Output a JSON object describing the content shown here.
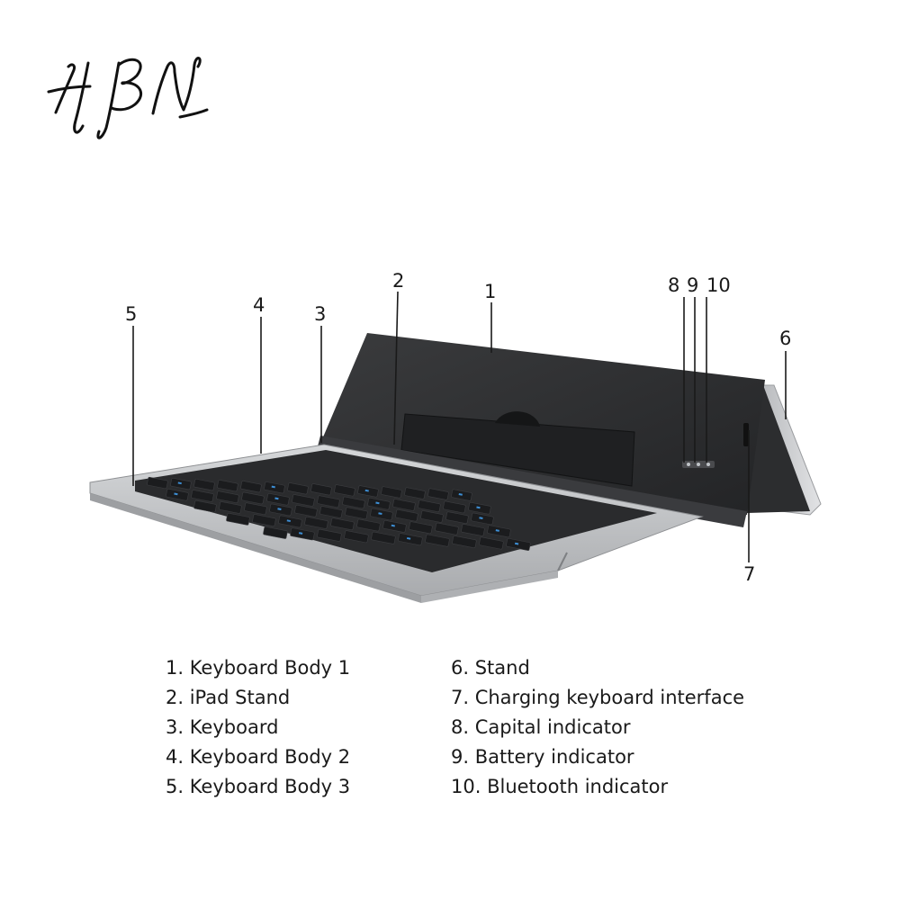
{
  "logo": {
    "text": "HBN",
    "icon": "signature-logo"
  },
  "callouts": [
    {
      "id": "5",
      "label": "5"
    },
    {
      "id": "4",
      "label": "4"
    },
    {
      "id": "3",
      "label": "3"
    },
    {
      "id": "2",
      "label": "2"
    },
    {
      "id": "1",
      "label": "1"
    },
    {
      "id": "8",
      "label": "8"
    },
    {
      "id": "9",
      "label": "9"
    },
    {
      "id": "10",
      "label": "10"
    },
    {
      "id": "6",
      "label": "6"
    },
    {
      "id": "7",
      "label": "7"
    }
  ],
  "legend": {
    "left": [
      "1. Keyboard Body 1",
      "2. iPad Stand",
      "3. Keyboard",
      "4. Keyboard Body 2",
      "5. Keyboard Body 3"
    ],
    "right": [
      "6. Stand",
      "7. Charging keyboard interface",
      "8. Capital indicator",
      "9. Battery indicator",
      "10. Bluetooth indicator"
    ]
  },
  "colors": {
    "stand_dark": "#2f3032",
    "keyboard_frame": "#c4c6c8",
    "key": "#1b1c1e",
    "key_accent": "#3d8fd6",
    "leader_line": "#1a1a1a"
  }
}
